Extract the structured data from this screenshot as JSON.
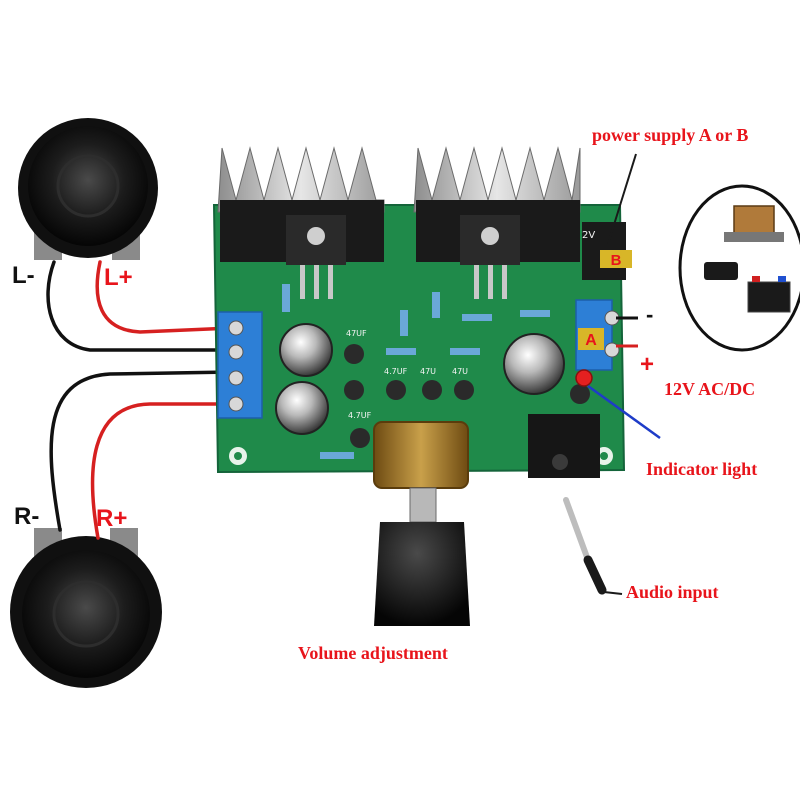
{
  "labels": {
    "power_supply": "power supply A or B",
    "input_voltage": "12V AC/DC",
    "indicator_light": "Indicator light",
    "audio_input": "Audio input",
    "volume_adjustment": "Volume adjustment"
  },
  "speakers": {
    "left_minus": "L-",
    "left_plus": "L+",
    "right_minus": "R-",
    "right_plus": "R+"
  },
  "terminals": {
    "input_a": "A",
    "input_b": "B",
    "minus": "-",
    "plus": "+"
  },
  "board_markings": {
    "cap_1": "4.7UF",
    "cap_2": "47U",
    "cap_3": "47U",
    "cap_4": "47UF",
    "cap_5": "4.7UF",
    "voltage": "2V"
  },
  "colors": {
    "label_red": "#e8141b",
    "wire_red": "#d62020",
    "wire_black": "#111111",
    "pointer_blue": "#1e3cc8",
    "pcb_green": "#1f8a4a",
    "terminal_blue": "#2d7fd6"
  }
}
